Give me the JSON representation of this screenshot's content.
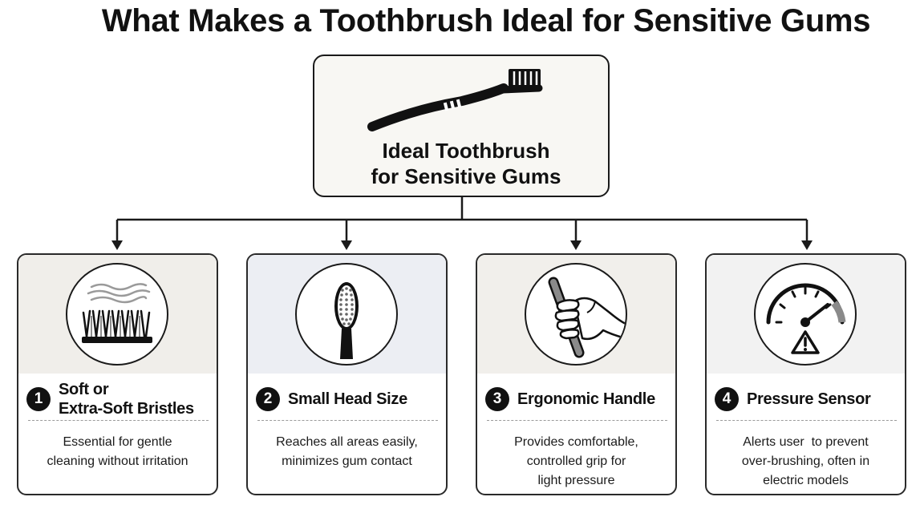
{
  "title": "What Makes a Toothbrush Ideal for Sensitive Gums",
  "center": {
    "label_lines": [
      "Ideal Toothbrush",
      "for Sensitive Gums"
    ],
    "icon": "toothbrush-icon"
  },
  "colors": {
    "outline": "#1a1a1a",
    "card_top_1": "#f0eeea",
    "card_top_2": "#eceef3",
    "card_top_3": "#f1efeb",
    "card_top_4": "#f2f2f2",
    "divider": "#9a9a9a"
  },
  "cards": [
    {
      "number": "1",
      "heading_lines": [
        "Soft or",
        "Extra-Soft Bristles"
      ],
      "desc_lines": [
        "Essential for gentle",
        "cleaning without irritation"
      ],
      "icon": "soft-bristles-icon"
    },
    {
      "number": "2",
      "heading_lines": [
        "Small Head Size"
      ],
      "desc_lines": [
        "Reaches all areas easily,",
        "minimizes gum contact"
      ],
      "icon": "small-brush-head-icon"
    },
    {
      "number": "3",
      "heading_lines": [
        "Ergonomic Handle"
      ],
      "desc_lines": [
        "Provides comfortable,",
        "controlled grip for",
        "light pressure"
      ],
      "icon": "hand-grip-icon"
    },
    {
      "number": "4",
      "heading_lines": [
        "Pressure Sensor"
      ],
      "desc_lines": [
        "Alerts user  to prevent",
        "over-brushing, often in",
        "electric models"
      ],
      "icon": "pressure-gauge-icon"
    }
  ]
}
